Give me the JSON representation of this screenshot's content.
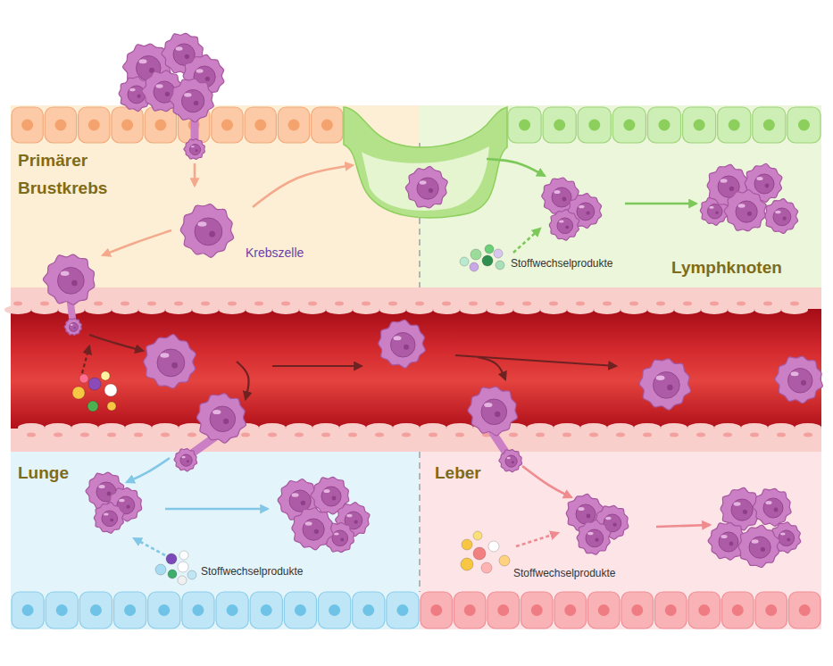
{
  "diagram": {
    "nodes": [
      {
        "text": [
          "Primärer Brustkrebs"
        ]
      },
      {
        "text": [
          "Lymphknoten"
        ]
      },
      {
        "text": [
          "Lunge"
        ]
      },
      {
        "text": [
          "Leber"
        ]
      }
    ],
    "labels": [
      "Krebszelle",
      "Stoffwechselprodukte",
      "Stoffwechselprodukte",
      "Stoffwechselprodukte"
    ]
  }
}
